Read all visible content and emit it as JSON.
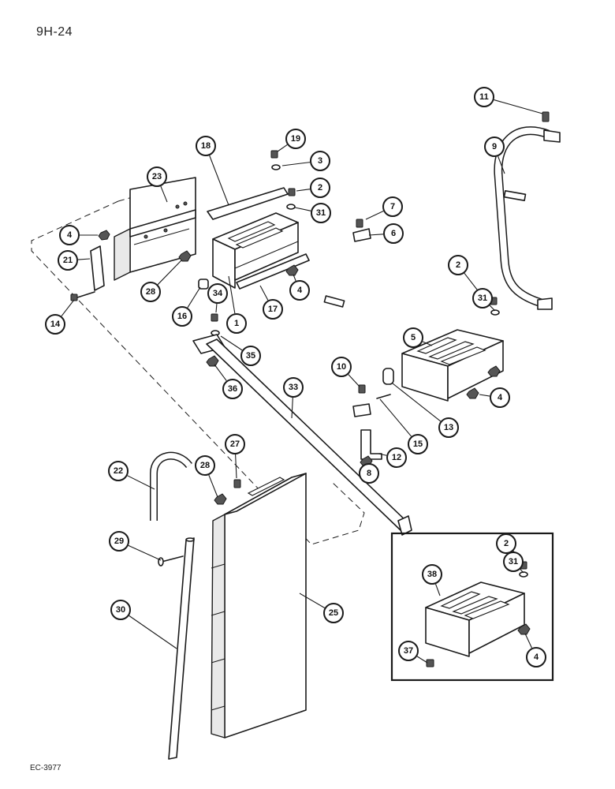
{
  "page": {
    "number": "9H-24",
    "figure_code": "EC-3977"
  },
  "callouts": [
    "1",
    "2",
    "3",
    "4",
    "5",
    "6",
    "7",
    "8",
    "9",
    "10",
    "11",
    "12",
    "13",
    "14",
    "15",
    "16",
    "17",
    "18",
    "19",
    "21",
    "22",
    "23",
    "25",
    "27",
    "28",
    "29",
    "30",
    "31",
    "33",
    "34",
    "35",
    "36",
    "37",
    "38"
  ],
  "colors": {
    "line": "#1a1a1a",
    "paper": "#ffffff",
    "shade": "#e9e9e9"
  }
}
